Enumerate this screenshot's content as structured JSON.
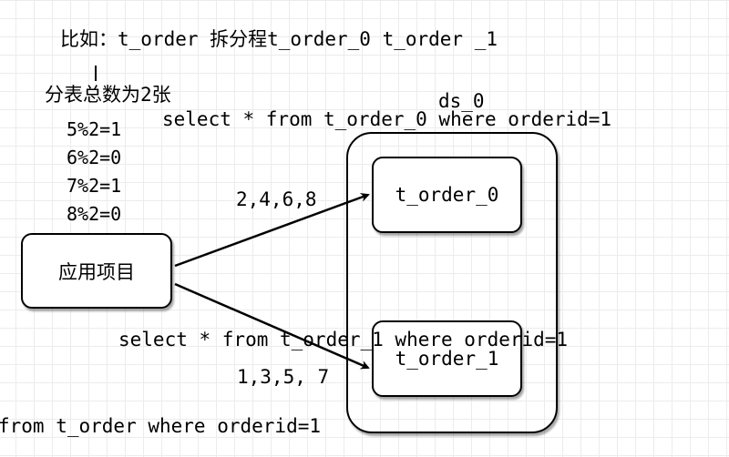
{
  "diagram": {
    "example_text": "比如：t_order 拆分程t_order_0 t_order _1",
    "table_count_text": "分表总数为2张",
    "modulo_lines": [
      "5%2=1",
      "6%2=0",
      "7%2=1",
      "8%2=0"
    ],
    "app_label": "应用项目",
    "datasource_label": "ds_0",
    "table_0_label": "t_order_0",
    "table_1_label": "t_order_1",
    "sql_table_0": "select * from t_order_0 where orderid=1",
    "sql_table_1": "select * from t_order_1 where orderid=1",
    "sql_logical": "from t_order where orderid=1",
    "even_ids": "2,4,6,8",
    "odd_ids": "1,3,5, 7"
  }
}
